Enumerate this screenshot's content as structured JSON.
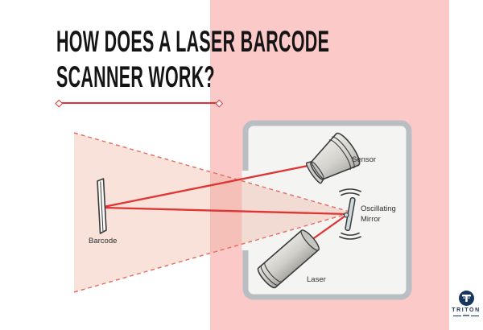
{
  "title": {
    "line1": "HOW DOES A LASER BARCODE",
    "line2": "SCANNER WORK?"
  },
  "diagram": {
    "labels": {
      "barcode": "Barcode",
      "sensor": "Sensor",
      "oscillating_mirror_line1": "Oscillating",
      "oscillating_mirror_line2": "Mirror",
      "laser": "Laser"
    }
  },
  "logo": {
    "name": "TRITON"
  },
  "colors": {
    "title_black": "#141414",
    "accent_red": "#e03434",
    "dashed_red": "#e4726b",
    "pink_band": "#fbc9c8",
    "cone_fill": "rgba(236,178,158,0.38)",
    "box_border": "#b9bec2",
    "box_interior": "#f4f4f2",
    "outline_dark": "#3a3a3a",
    "device_label": "#2f2f2f",
    "logo_navy": "#17365e"
  }
}
